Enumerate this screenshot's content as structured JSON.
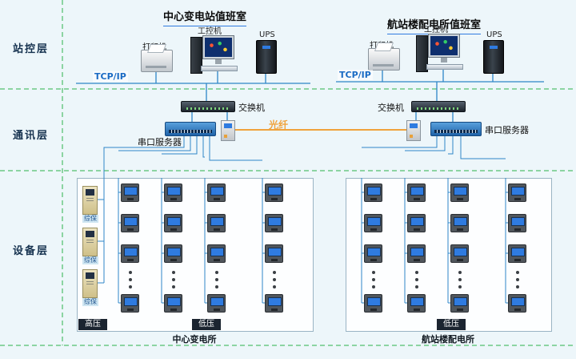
{
  "titles": {
    "left": "中心变电站值班室",
    "right": "航站楼配电所值班室"
  },
  "layers": {
    "station": "站控层",
    "comm": "通讯层",
    "device": "设备层"
  },
  "labels": {
    "printer": "打印机",
    "ipc": "工控机",
    "ups": "UPS",
    "tcpip": "TCP/IP",
    "switch": "交换机",
    "serial_server": "串口服务器",
    "fiber": "光纤",
    "protection": "综保",
    "hv": "高压",
    "lv": "低压"
  },
  "captions": {
    "left": "中心变电所",
    "right": "航站楼配电所"
  },
  "colors": {
    "background": "#edf6fa",
    "layer_dash_green": "#2bb34b",
    "network_line_blue": "#2e86c8",
    "fiber_orange": "#f0a23c",
    "tcpip_blue": "#1a6bc4",
    "tag_dark": "#1b2430"
  }
}
